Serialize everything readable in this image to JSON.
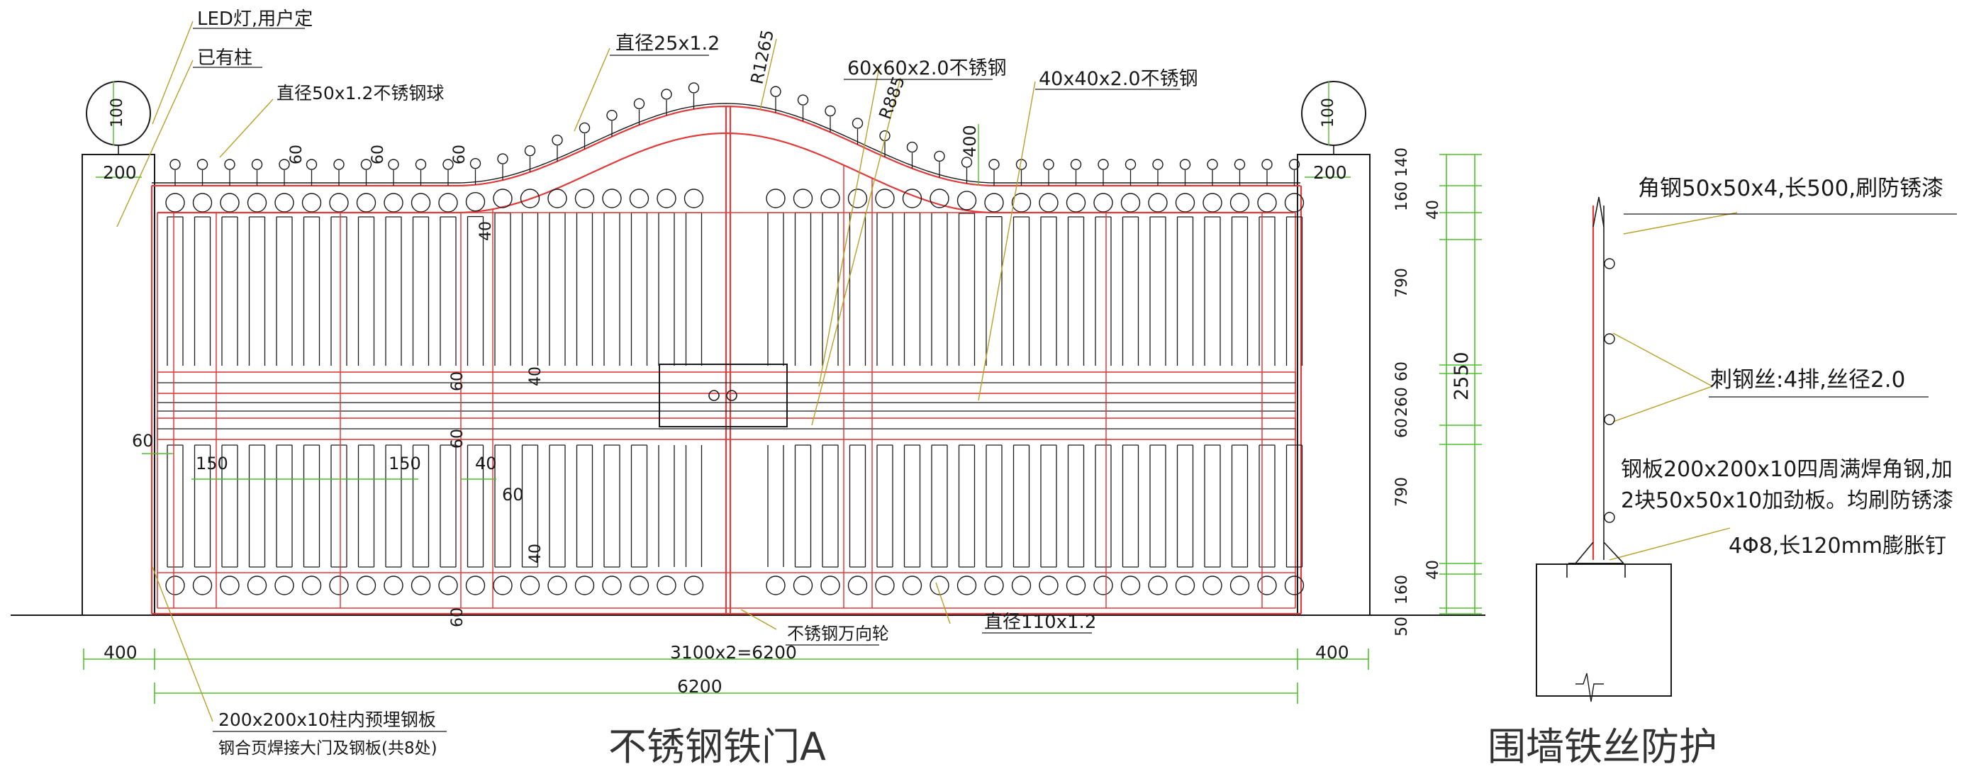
{
  "drawing_title_gate": "不锈钢铁门A",
  "drawing_title_fence": "围墙铁丝防护",
  "gate_labels": {
    "led_light": "LED灯,用户定",
    "existing_post": "已有柱",
    "ball": "直径50x1.2不锈钢球",
    "top_rod": "直径25x1.2",
    "radius_1": "R1265",
    "radius_2": "R885",
    "tube_60": "60x60x2.0不锈钢",
    "tube_40": "40x40x2.0不锈钢",
    "ring": "直径110x1.2",
    "caster": "不锈钢万向轮",
    "plate_1": "200x200x10柱内预埋钢板",
    "plate_2": "钢合页焊接大门及钢板(共8处)"
  },
  "dimensions": {
    "post_left_width": "400",
    "post_right_width": "400",
    "gate_span": "3100x2=6200",
    "total_width": "6200",
    "total_height": "2550",
    "ball_diameter": "100",
    "post_top_width": "200",
    "stack": [
      "140",
      "160",
      "40",
      "790",
      "60",
      "260",
      "60",
      "790",
      "40",
      "160",
      "50"
    ],
    "top_arch": "400",
    "d60": "60",
    "d40": "40",
    "d150": "150"
  },
  "fence_labels": {
    "angle_steel": "角钢50x50x4,长500,刷防锈漆",
    "barbed_wire": "刺钢丝:4排,丝径2.0",
    "plate_line1": "钢板200x200x10四周满焊角钢,加",
    "plate_line2": "2块50x50x10加劲板。均刷防锈漆",
    "bolt": "4Φ8,长120mm膨胀钉"
  },
  "colors": {
    "line": "#1a1a1a",
    "red": "#e03a3a",
    "green": "#4fc12a",
    "leader": "#b8a028"
  }
}
